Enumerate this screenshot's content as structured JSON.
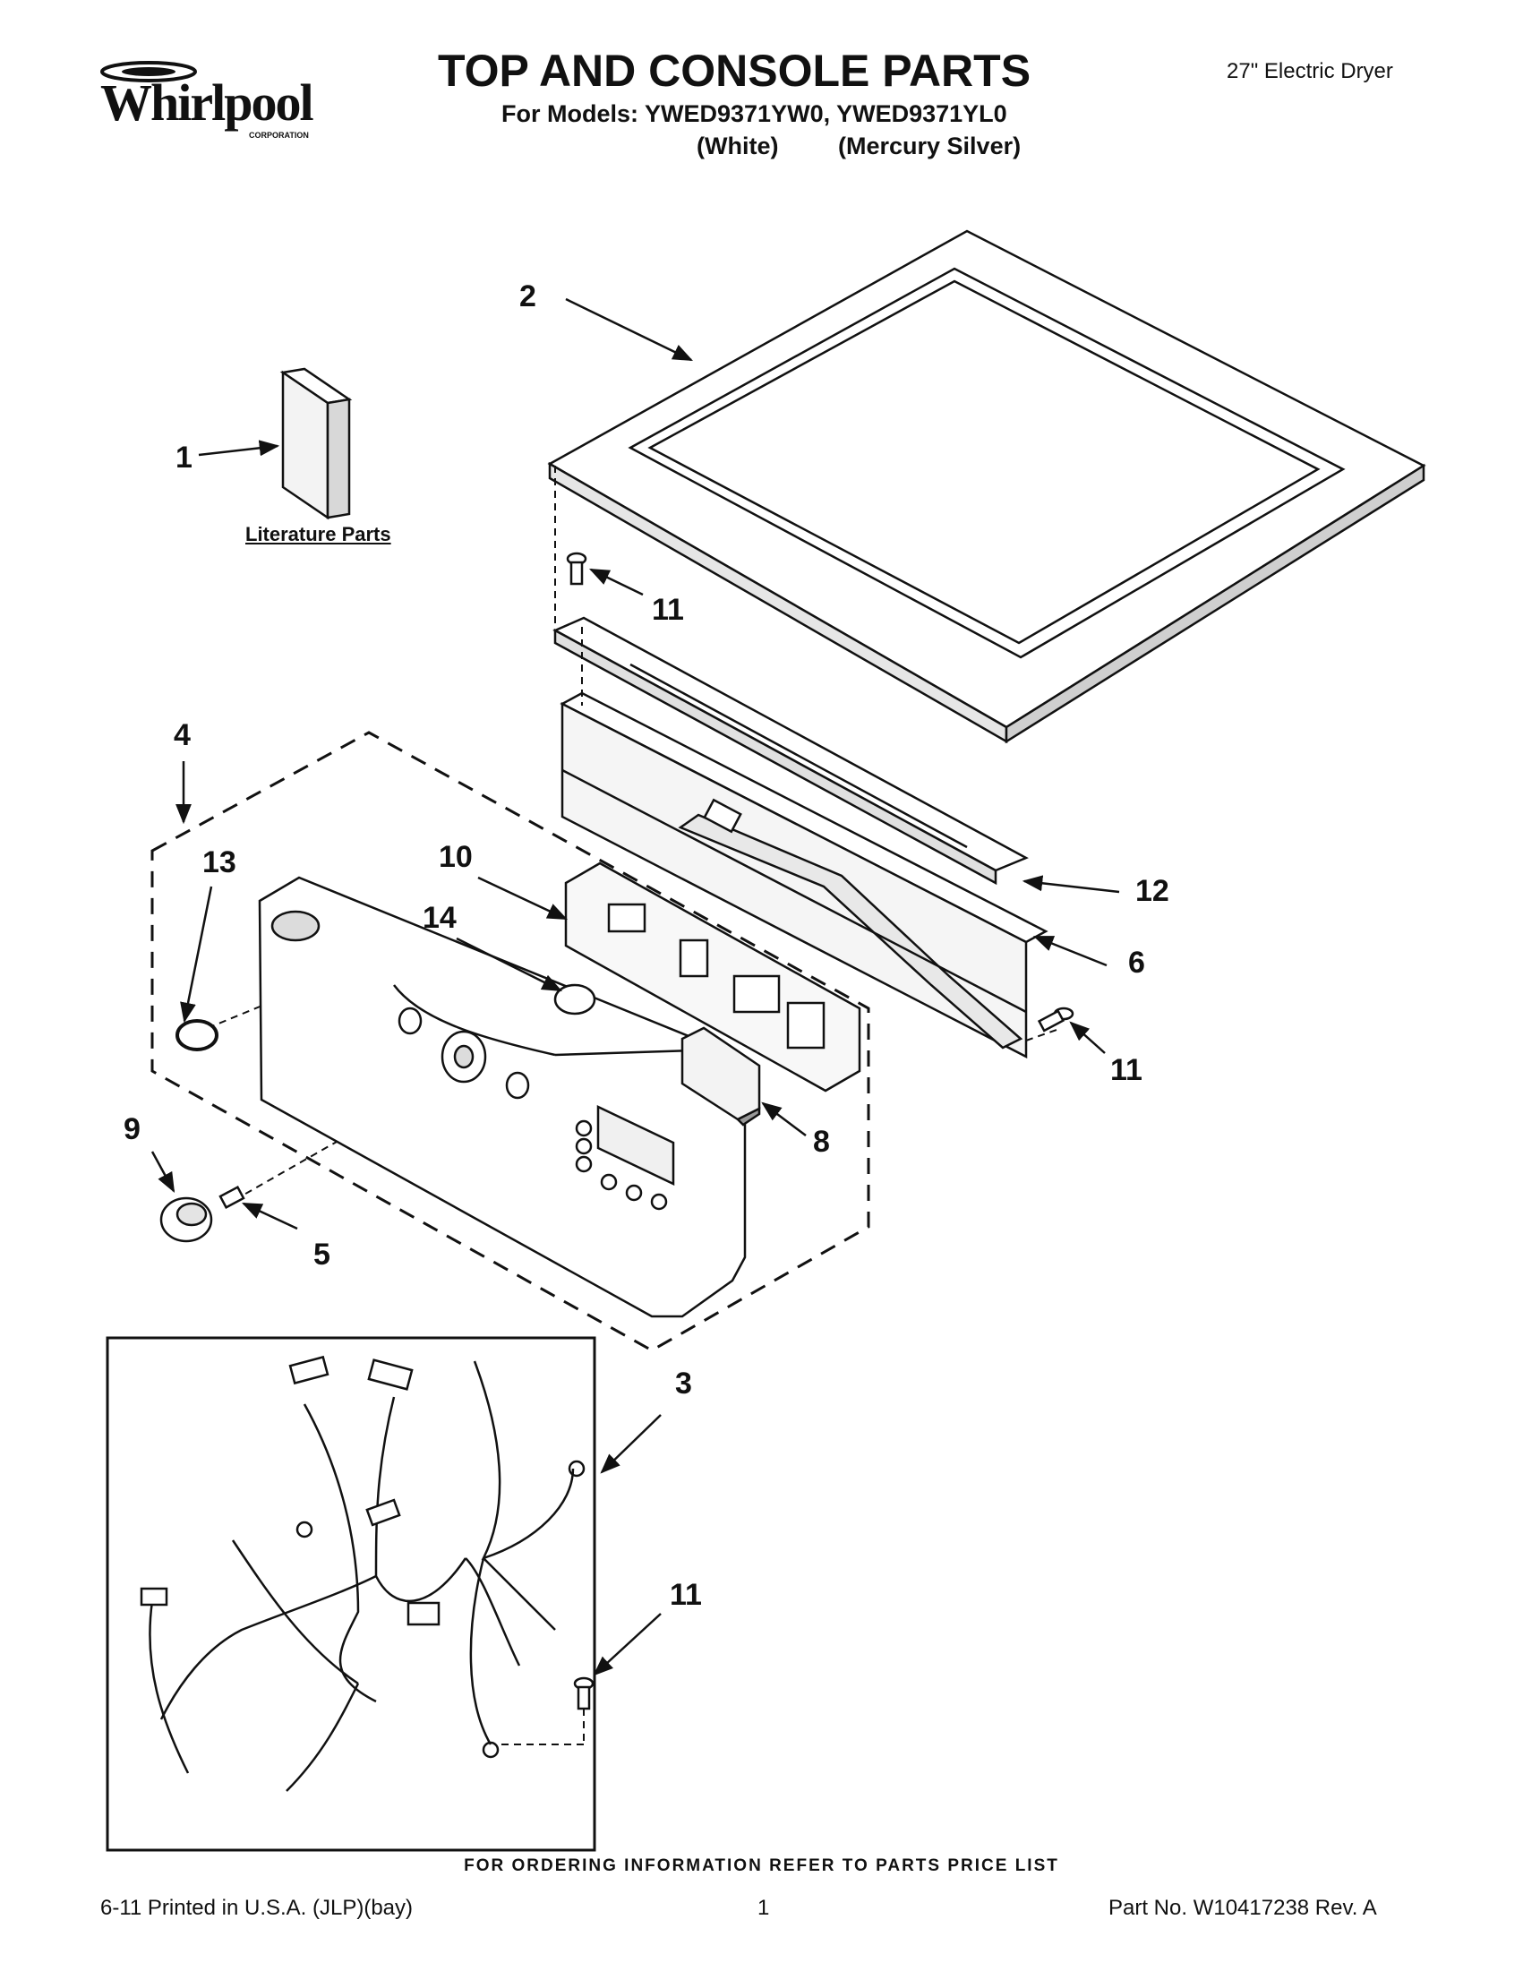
{
  "brand": {
    "logo_text": "Whirlpool",
    "logo_subtext": "CORPORATION"
  },
  "header": {
    "title": "TOP AND CONSOLE PARTS",
    "models": "For Models: YWED9371YW0, YWED9371YL0",
    "color_white": "(White)",
    "color_silver": "(Mercury Silver)",
    "product": "27\" Electric Dryer"
  },
  "diagram": {
    "literature_label": "Literature Parts",
    "callouts": {
      "c1": "1",
      "c2": "2",
      "c3": "3",
      "c4": "4",
      "c5": "5",
      "c6": "6",
      "c8": "8",
      "c9": "9",
      "c10": "10",
      "c11a": "11",
      "c11b": "11",
      "c11c": "11",
      "c12": "12",
      "c13": "13",
      "c14": "14"
    }
  },
  "footer": {
    "ordering": "FOR ORDERING INFORMATION REFER TO PARTS PRICE LIST",
    "printed": "6-11 Printed in U.S.A. (JLP)(bay)",
    "page": "1",
    "part_no": "Part No. W10417238 Rev. A"
  }
}
